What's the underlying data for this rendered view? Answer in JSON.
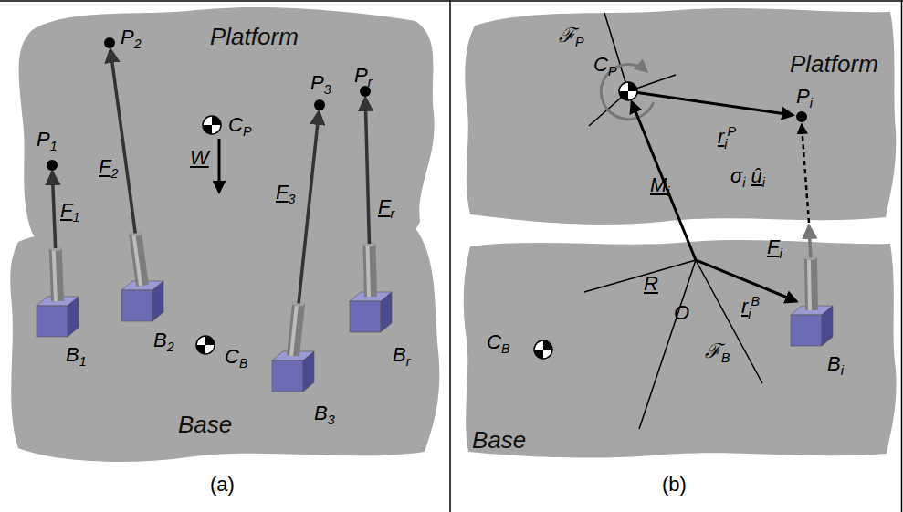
{
  "diagram": {
    "nodes": [
      {
        "text": [
          "Platform"
        ]
      },
      {
        "text": [
          "Base"
        ]
      },
      {
        "text": [
          "Platform"
        ]
      },
      {
        "text": [
          "Base"
        ]
      }
    ],
    "labels": [
      "P1",
      "P2",
      "P3",
      "Pr",
      "CP",
      "W",
      "F1",
      "F2",
      "F3",
      "Fr",
      "B1",
      "B2",
      "B3",
      "Br",
      "CB",
      "(a)",
      "ℱP",
      "CP",
      "Pi",
      "Mi",
      "riP",
      "σi ûi",
      "Fi",
      "R",
      "riB",
      "Bi",
      "CB",
      "O",
      "ℱB",
      "(b)"
    ]
  }
}
